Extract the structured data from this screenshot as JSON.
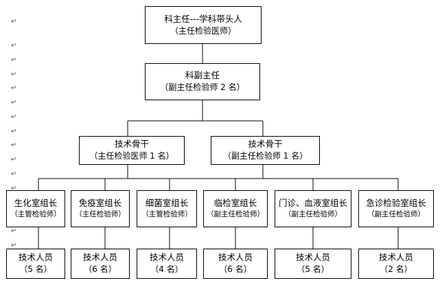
{
  "colors": {
    "border": "#000000",
    "background": "#ffffff",
    "paragraph_mark": "#555555"
  },
  "paragraph_mark": "↵",
  "line_end_mark": "↵",
  "director": {
    "title": "科主任---学科带头人",
    "subtitle": "（主任检验医师）"
  },
  "deputy": {
    "title": "科副主任",
    "subtitle": "（副主任检验师 2 名）"
  },
  "backbones": [
    {
      "title": "技术骨干",
      "subtitle": "（主任检验医师 1 名）"
    },
    {
      "title": "技术骨干",
      "subtitle": "（副主任检验师 1 名）"
    }
  ],
  "groups": [
    {
      "title": "生化室组长",
      "subtitle": "（主管检验师）"
    },
    {
      "title": "免疫室组长",
      "subtitle": "（主任检验师）"
    },
    {
      "title": "细菌室组长",
      "subtitle": "（主管检验师）"
    },
    {
      "title": "临检室组长",
      "subtitle": "（副主任检验师）"
    },
    {
      "title": "门诊、血液室组长",
      "subtitle": "（副主任检验师）"
    },
    {
      "title": "急诊检验室组长",
      "subtitle": "（副主任检验师）"
    }
  ],
  "staff": [
    {
      "title": "技术人员",
      "count": "（5 名）"
    },
    {
      "title": "技术人员",
      "count": "（6 名）"
    },
    {
      "title": "技术人员",
      "count": "（4 名）"
    },
    {
      "title": "技术人员",
      "count": "（6 名）"
    },
    {
      "title": "技术人员",
      "count": "（5 名）"
    },
    {
      "title": "技术人员",
      "count": "（2 名）"
    }
  ]
}
